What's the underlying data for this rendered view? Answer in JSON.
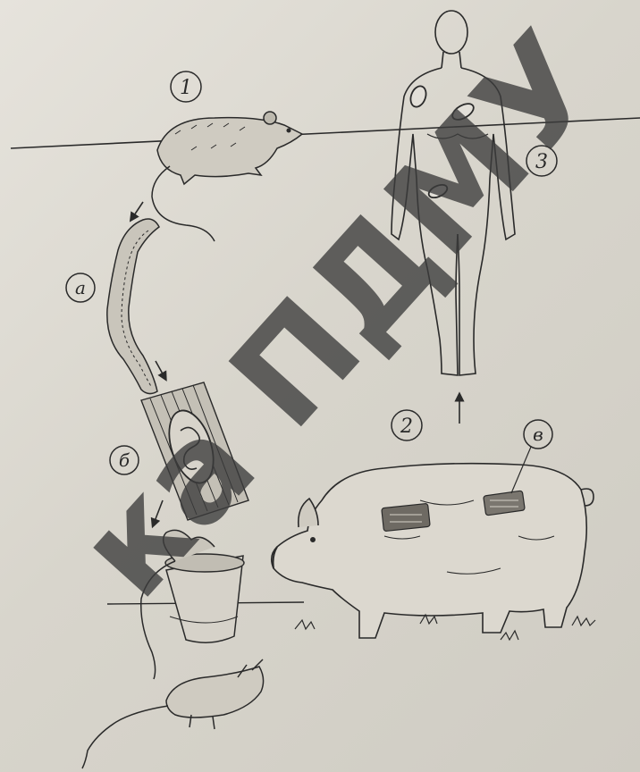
{
  "figure": {
    "labels": {
      "rat_top": "1",
      "pig": "2",
      "human": "3",
      "larva": "a",
      "muscle_cyst": "б",
      "pig_lesion": "в"
    },
    "watermark": "ка ПДМУ",
    "colors": {
      "paper": "#dedbd3",
      "ink": "#2a2a2a",
      "watermark": "#3c3c3c"
    }
  }
}
